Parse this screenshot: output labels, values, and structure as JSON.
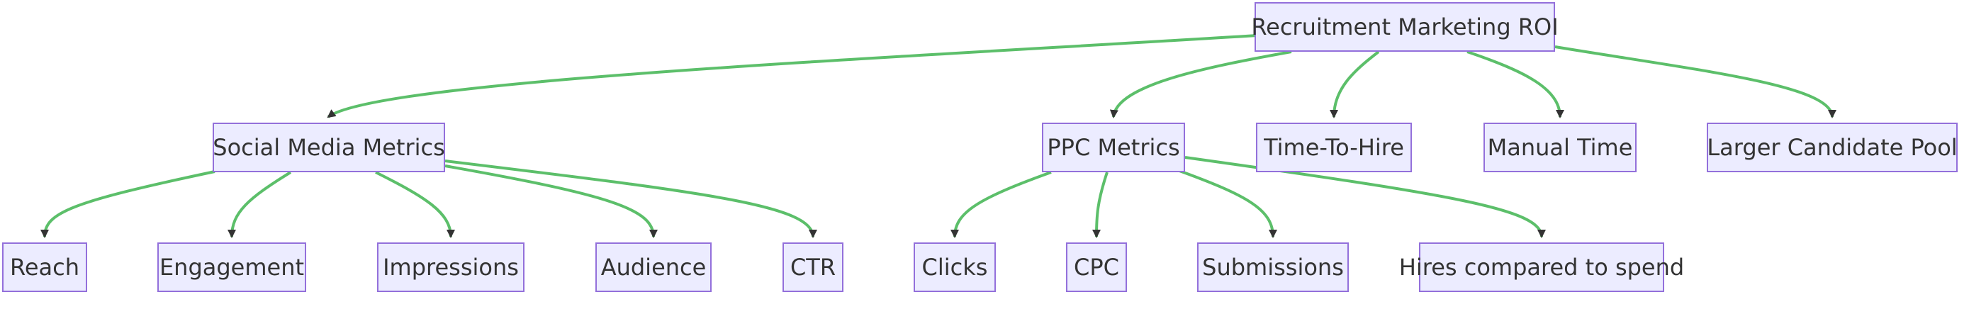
{
  "diagram": {
    "type": "tree",
    "colors": {
      "node_fill": "#ECECFF",
      "node_border": "#9370DB",
      "edge": "#5CBF6A",
      "arrowhead": "#333333",
      "text": "#333333"
    },
    "nodes": {
      "root": "Recruitment Marketing ROI",
      "social": "Social Media Metrics",
      "ppc": "PPC Metrics",
      "time_to_hire": "Time-To-Hire",
      "manual_time": "Manual Time",
      "larger_pool": "Larger Candidate Pool",
      "reach": "Reach",
      "engagement": "Engagement",
      "impressions": "Impressions",
      "audience": "Audience",
      "ctr": "CTR",
      "clicks": "Clicks",
      "cpc": "CPC",
      "submissions": "Submissions",
      "hires_vs_spend": "Hires compared to spend"
    },
    "edges": [
      [
        "root",
        "social"
      ],
      [
        "root",
        "ppc"
      ],
      [
        "root",
        "time_to_hire"
      ],
      [
        "root",
        "manual_time"
      ],
      [
        "root",
        "larger_pool"
      ],
      [
        "social",
        "reach"
      ],
      [
        "social",
        "engagement"
      ],
      [
        "social",
        "impressions"
      ],
      [
        "social",
        "audience"
      ],
      [
        "social",
        "ctr"
      ],
      [
        "ppc",
        "clicks"
      ],
      [
        "ppc",
        "cpc"
      ],
      [
        "ppc",
        "submissions"
      ],
      [
        "ppc",
        "hires_vs_spend"
      ]
    ]
  }
}
